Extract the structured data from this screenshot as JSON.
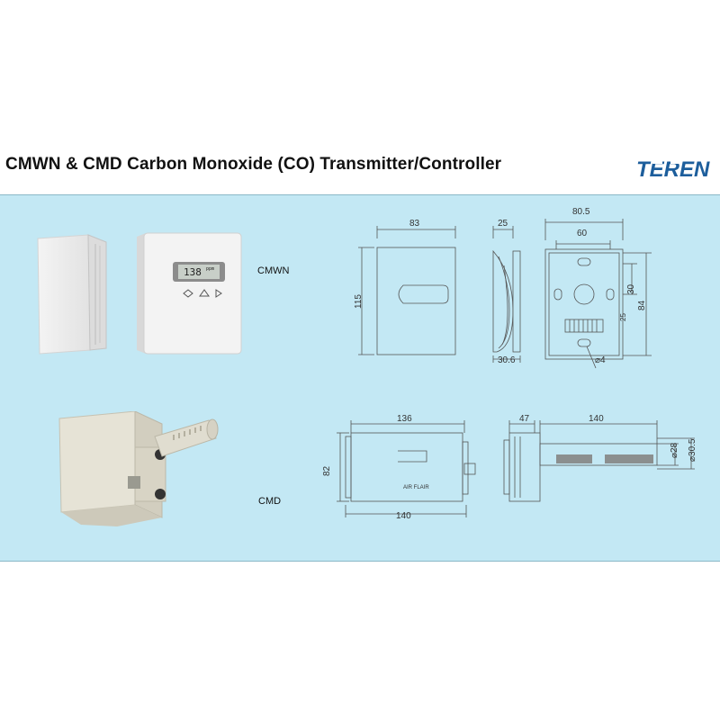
{
  "title": "CMWN & CMD Carbon Monoxide (CO) Transmitter/Controller",
  "brand": "TEREN",
  "products": {
    "cmwn": {
      "label": "CMWN",
      "display_value": "138",
      "display_unit": "ppm",
      "dims": {
        "front_width": "83",
        "side_depth": "25",
        "height": "115",
        "depth": "30.6",
        "back_width": "80.5",
        "mount_spacing": "60",
        "hole_offset": "30",
        "back_height": "84",
        "hole_diameter": "⌀4",
        "terminal_tag": "25"
      }
    },
    "cmd": {
      "label": "CMD",
      "logo_text": "AIR FLAIR",
      "dims": {
        "top_width": "136",
        "height": "82",
        "bottom_width": "140",
        "probe_offset": "47",
        "probe_length": "140",
        "probe_diameter": "⌀28",
        "probe_diameter_2": "⌀30.5"
      }
    }
  },
  "colors": {
    "panel": "#c3e8f4",
    "brand": "#1d5e9c"
  }
}
